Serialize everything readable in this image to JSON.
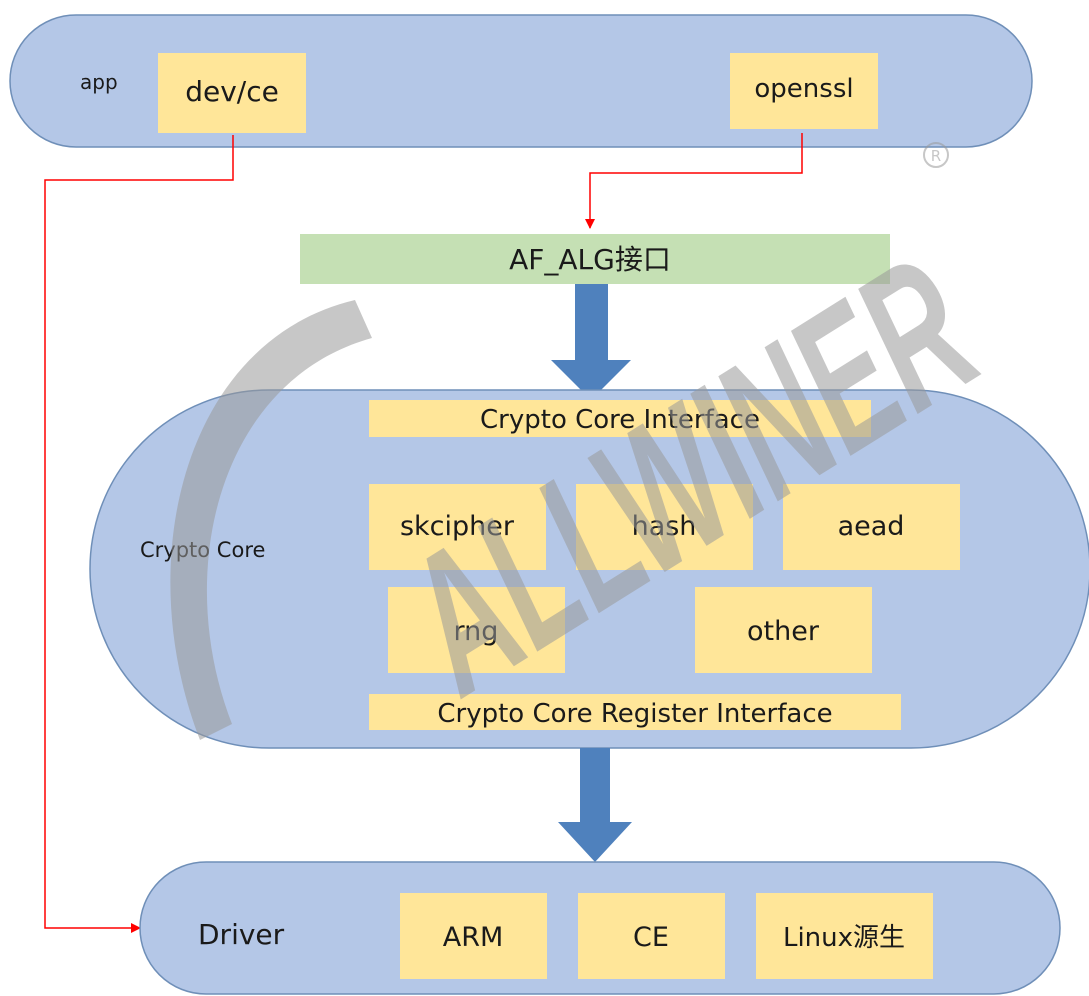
{
  "app_layer": {
    "label": "app",
    "devce": "dev/ce",
    "openssl": "openssl"
  },
  "af_alg": {
    "label": "AF_ALG接口"
  },
  "crypto_core": {
    "label": "Crypto Core",
    "interface": "Crypto Core Interface",
    "skcipher": "skcipher",
    "hash": "hash",
    "aead": "aead",
    "rng": "rng",
    "other": "other",
    "register_interface": "Crypto Core Register Interface"
  },
  "driver_layer": {
    "label": "Driver",
    "arm": "ARM",
    "ce": "CE",
    "linux": "Linux源生"
  },
  "watermark": {
    "text": "ALLWINER"
  },
  "colors": {
    "layer_fill": "#b4c7e7",
    "layer_stroke": "#6f8fb8",
    "box_fill": "#ffe699",
    "green_fill": "#c5e0b4",
    "big_arrow": "#4f81bd",
    "red_line": "#ff0000",
    "watermark": "#9a9a9a"
  }
}
